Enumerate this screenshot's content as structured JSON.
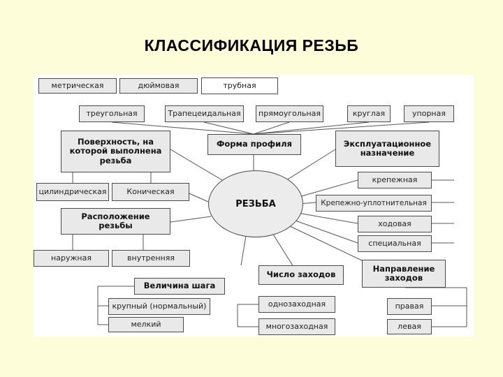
{
  "title": "КЛАССИФИКАЦИЯ  РЕЗЬБ",
  "center": "РЕЗЬБА",
  "units": [
    "метрическая",
    "дюймовая",
    "трубная"
  ],
  "profile_items": [
    "треугольная",
    "Трапецеидальная",
    "прямоугольная",
    "круглая",
    "упорная"
  ],
  "profile_form": "Форма профиля",
  "surface": {
    "label": "Поверхность, на которой выполнена резьба",
    "items": [
      "цилиндрическая",
      "Коническая"
    ]
  },
  "location": {
    "label": "Расположение резьбы",
    "items": [
      "наружная",
      "внутренняя"
    ]
  },
  "pitch": {
    "label": "Величина шага",
    "items": [
      "крупный (нормальный)",
      "мелкий"
    ]
  },
  "starts": {
    "label": "Число заходов",
    "items": [
      "однозаходная",
      "многозаходная"
    ]
  },
  "direction": {
    "label": "Направление заходов",
    "items": [
      "правая",
      "левая"
    ]
  },
  "operational": {
    "label": "Эксплуатационное назначение",
    "items": [
      "крепежная",
      "Крепежно-уплотнительная",
      "ходовая",
      "специальная"
    ]
  }
}
